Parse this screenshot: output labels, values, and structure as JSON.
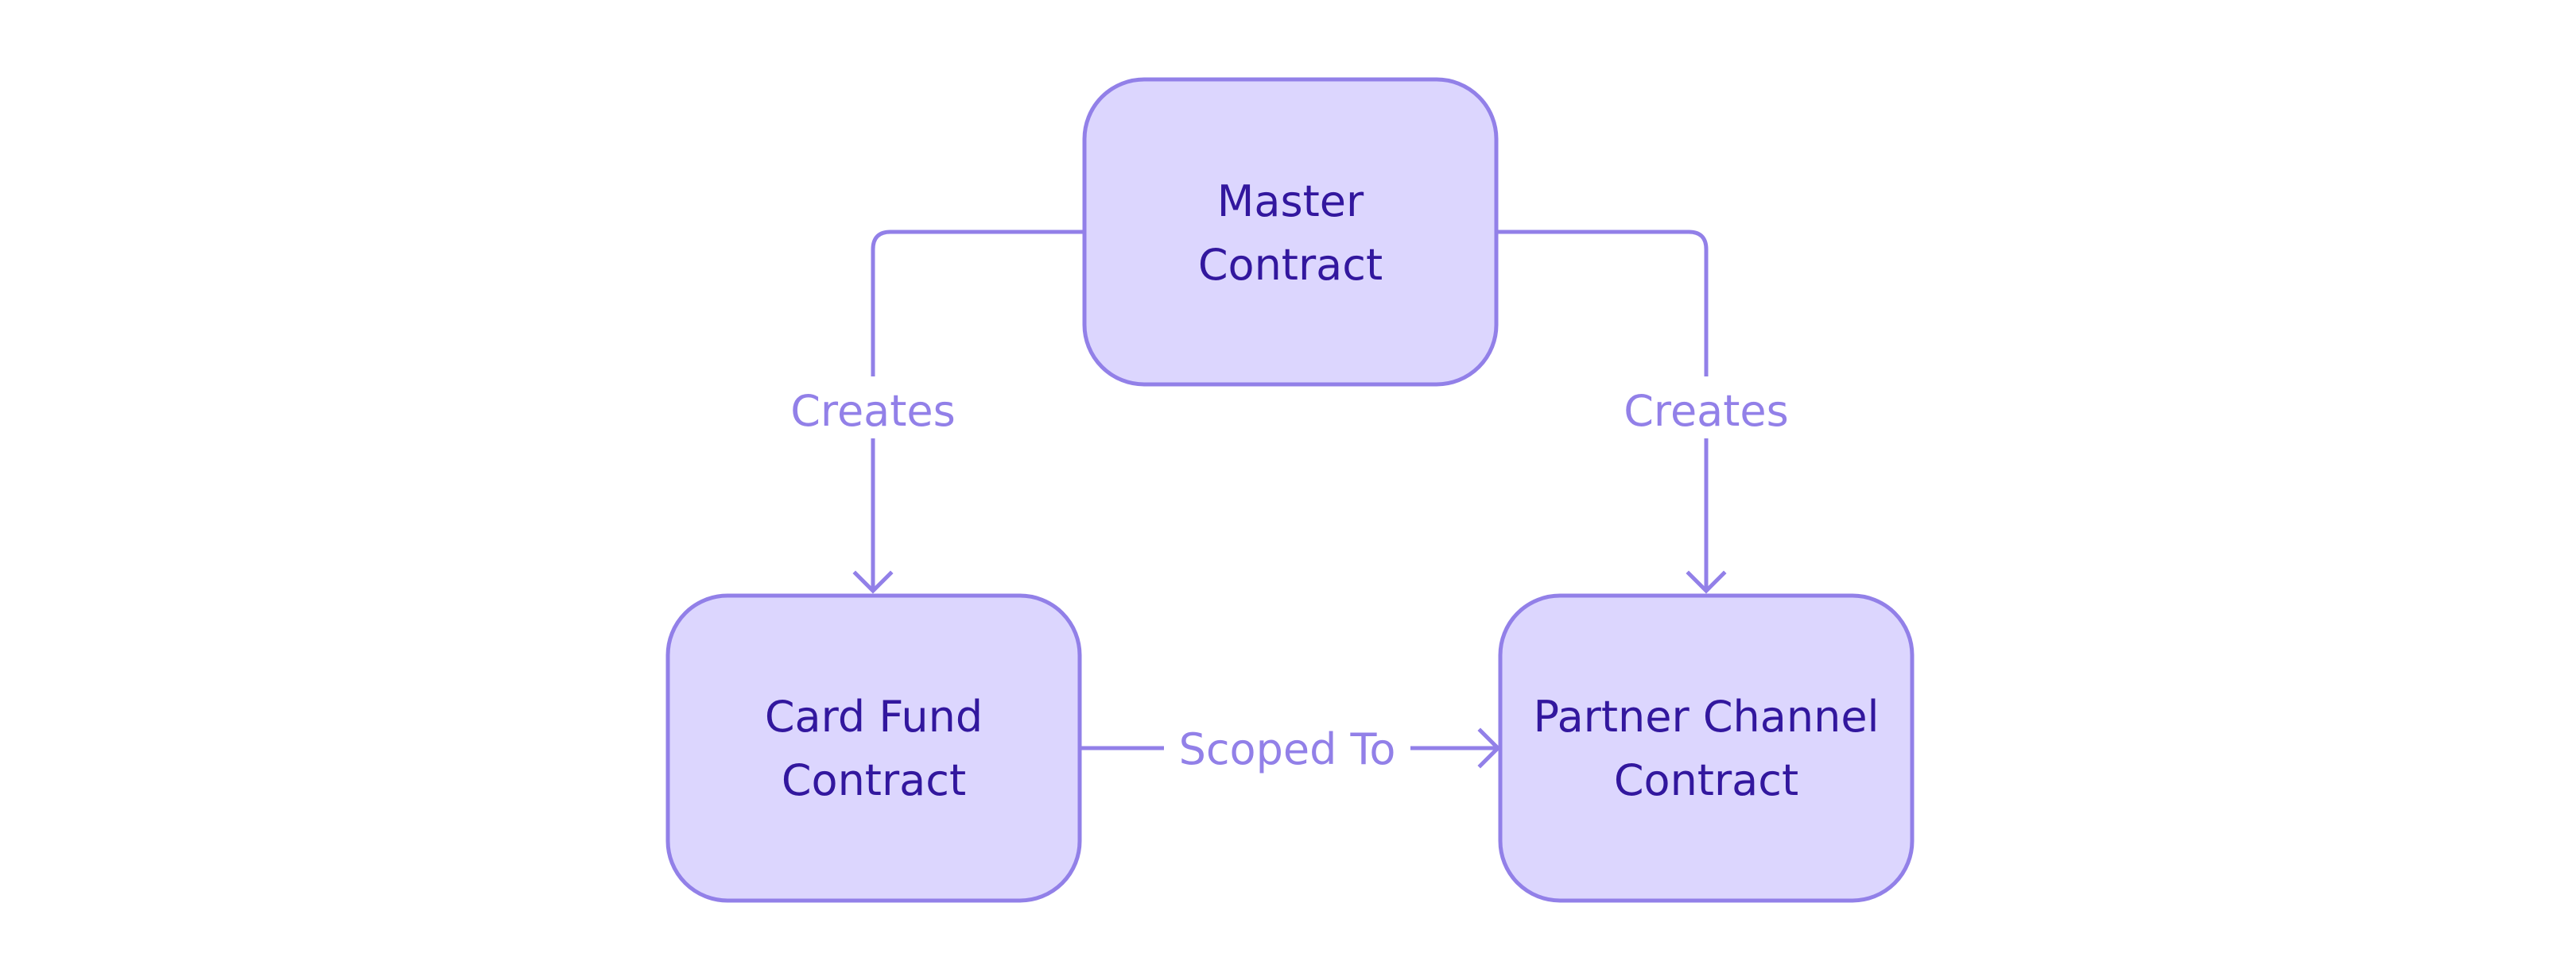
{
  "colors": {
    "node_fill": "#dcd6fe",
    "node_stroke": "#9280e8",
    "node_text": "#32179e",
    "edge_color": "#9280e8",
    "edge_text": "#9280e8"
  },
  "nodes": {
    "master": {
      "line1": "Master",
      "line2": "Contract"
    },
    "card_fund": {
      "line1": "Card Fund",
      "line2": "Contract"
    },
    "partner_channel": {
      "line1": "Partner Channel",
      "line2": "Contract"
    }
  },
  "edges": {
    "master_to_card_fund": {
      "label": "Creates"
    },
    "master_to_partner_channel": {
      "label": "Creates"
    },
    "card_fund_to_partner_channel": {
      "label": "Scoped To"
    }
  }
}
